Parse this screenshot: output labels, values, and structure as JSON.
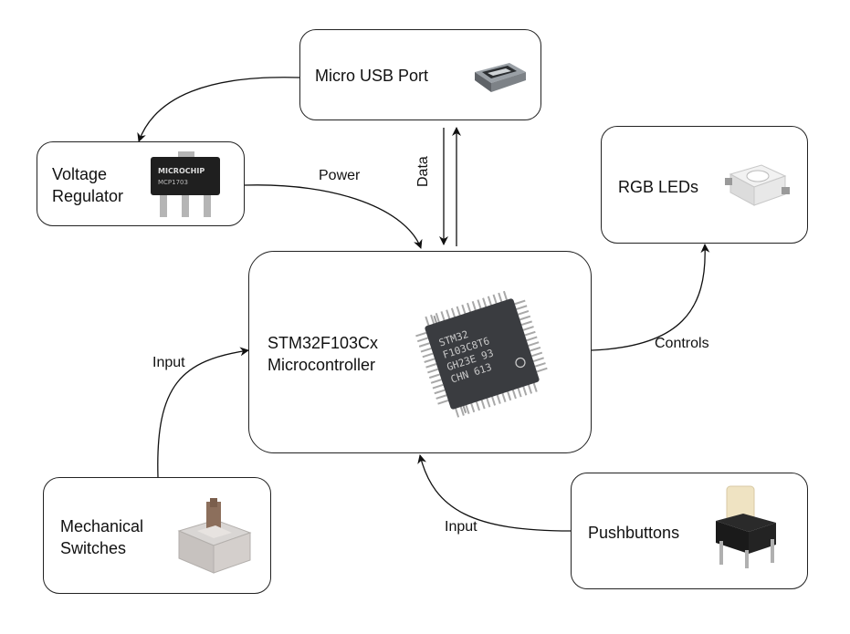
{
  "nodes": {
    "usb": {
      "label": "Micro USB Port",
      "icon": "micro-usb-port-icon"
    },
    "regulator": {
      "label": "Voltage\nRegulator",
      "chip_text": "MICROCHIP\nMCP1703",
      "icon": "voltage-regulator-chip-icon"
    },
    "mcu": {
      "label": "STM32F103Cx\nMicrocontroller",
      "chip_text": "STM32\nF103C8T6\nGH23E 93\nCHN 613",
      "icon": "stm32-chip-icon"
    },
    "leds": {
      "label": "RGB LEDs",
      "icon": "rgb-led-icon"
    },
    "switches": {
      "label": "Mechanical\nSwitches",
      "icon": "mechanical-switch-icon"
    },
    "pushbuttons": {
      "label": "Pushbuttons",
      "icon": "pushbutton-icon"
    }
  },
  "edges": {
    "power": "Power",
    "data": "Data",
    "controls": "Controls",
    "input_left": "Input",
    "input_right": "Input"
  }
}
